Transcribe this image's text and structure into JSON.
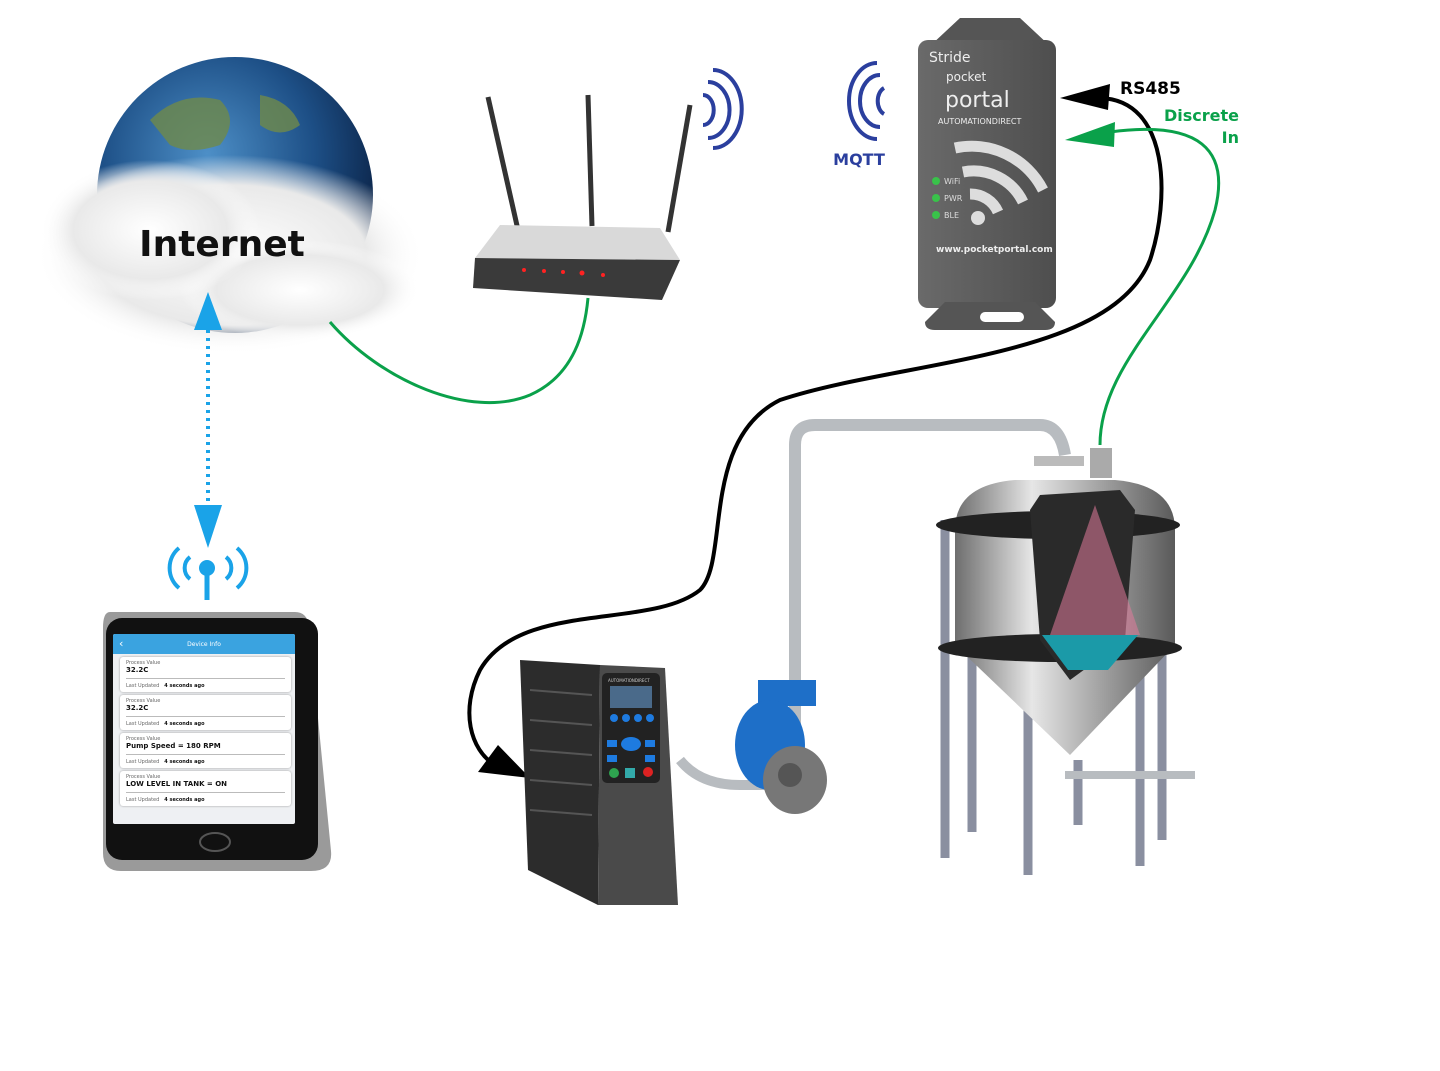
{
  "labels": {
    "internet": "Internet",
    "mqtt": "MQTT",
    "rs485": "RS485",
    "discrete_line1": "Discrete",
    "discrete_line2": "In"
  },
  "pocket_portal": {
    "brand": "Stride",
    "product_line1": "pocket",
    "product_line2": "portal",
    "maker": "AUTOMATIONDIRECT",
    "leds": [
      "WiFi",
      "PWR",
      "BLE"
    ],
    "url": "www.pocketportal.com"
  },
  "vfd": {
    "maker": "AUTOMATIONDIRECT"
  },
  "phone": {
    "title": "Device Info",
    "back_icon": "chevron-left-icon",
    "cards": [
      {
        "label": "Process Value",
        "value": "32.2C",
        "updated_label": "Last Updated",
        "updated": "4 seconds ago"
      },
      {
        "label": "Process Value",
        "value": "32.2C",
        "updated_label": "Last Updated",
        "updated": "4 seconds ago"
      },
      {
        "label": "Process Value",
        "value": "Pump Speed = 180 RPM",
        "updated_label": "Last Updated",
        "updated": "4 seconds ago"
      },
      {
        "label": "Process Value",
        "value": "LOW LEVEL IN TANK = ON",
        "updated_label": "Last Updated",
        "updated": "4 seconds ago"
      }
    ]
  },
  "colors": {
    "mqtt": "#2b3f9e",
    "discrete": "#0aa14a",
    "rs485": "#000000",
    "wireless": "#1aa3e8",
    "ethernet": "#0aa14a"
  }
}
